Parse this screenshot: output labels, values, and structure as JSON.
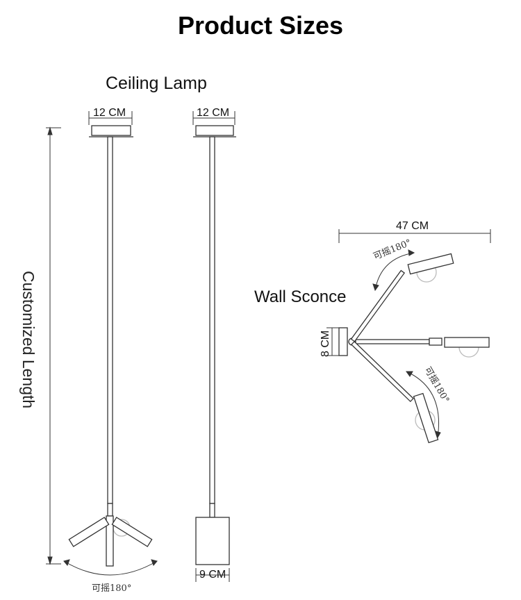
{
  "title": "Product Sizes",
  "ceiling_lamp": {
    "label": "Ceiling Lamp",
    "canopy_width_left": "12 CM",
    "canopy_width_right": "12 CM",
    "shade_width": "9 CM",
    "length_label": "Customized Length",
    "rotation_note": "可摇180°"
  },
  "wall_sconce": {
    "label": "Wall Sconce",
    "arm_span": "47 CM",
    "base_height": "8 CM",
    "rotation_note_top": "可摇180°",
    "rotation_note_bottom": "可摇180°"
  },
  "colors": {
    "line": "#333333",
    "bulb": "#cccccc"
  }
}
